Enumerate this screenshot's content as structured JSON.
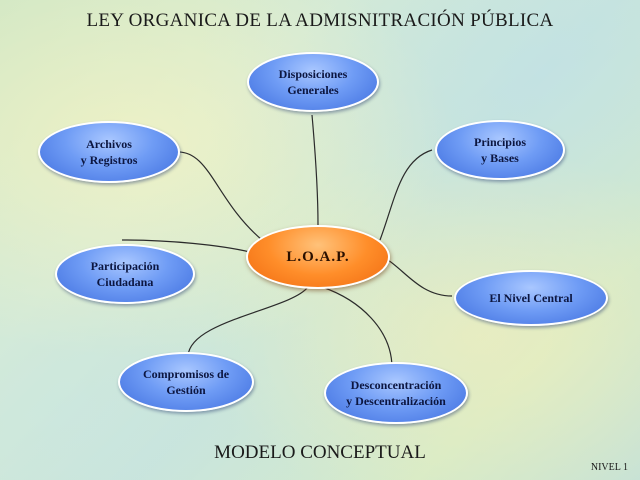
{
  "title": "LEY ORGANICA DE LA ADMISNITRACIÓN PÚBLICA",
  "subtitle": "MODELO CONCEPTUAL",
  "level_label": "NIVEL 1",
  "center_node": {
    "label": "L.O.A.P."
  },
  "nodes": [
    {
      "label": "Disposiciones\nGenerales"
    },
    {
      "label": "Principios\ny Bases"
    },
    {
      "label": "El Nivel Central"
    },
    {
      "label": "Desconcentración\ny Descentralización"
    },
    {
      "label": "Compromisos de\nGestión"
    },
    {
      "label": "Participación\nCiudadana"
    },
    {
      "label": "Archivos\ny Registros"
    }
  ],
  "colors": {
    "node_fill": "#6f9cf5",
    "center_fill": "#ff8e2a",
    "line_color": "#2b2b2b"
  }
}
